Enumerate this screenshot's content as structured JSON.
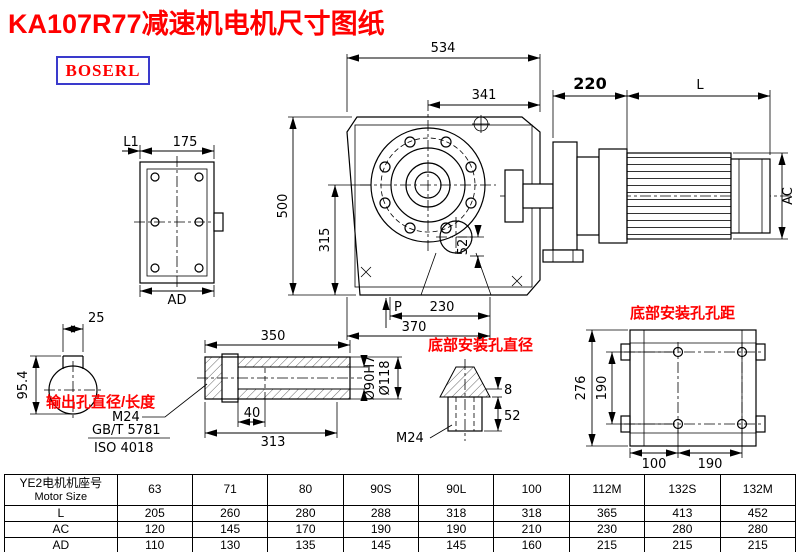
{
  "title": "KA107R77减速机电机尺寸图纸",
  "brand": "BOSERL",
  "colors": {
    "accent_red": "#ff0000",
    "brand_border": "#3a3acc",
    "drawing_line": "#000000"
  },
  "labels": {
    "output_hole": "输出孔直径/长度",
    "bottom_hole_diameter": "底部安装孔直径",
    "bottom_hole_pitch": "底部安装孔孔距"
  },
  "dims": {
    "d534": "534",
    "d341": "341",
    "d220": "220",
    "dL": "L",
    "d500": "500",
    "d315": "315",
    "d52": "52",
    "dAC": "AC",
    "d230": "230",
    "d370": "370",
    "dP": "P",
    "dL1": "L1",
    "d175": "175",
    "dAD": "AD",
    "d25": "25",
    "d95_4": "95.4",
    "d350": "350",
    "d40": "40",
    "d313": "313",
    "m24_output": "M24",
    "std_gb": "GB/T 5781",
    "std_iso": "ISO 4018",
    "bore": "Ø90H7",
    "outer_dia": "Ø118",
    "m24_bottom": "M24",
    "d8": "8",
    "d52b": "52",
    "d276": "276",
    "d190v": "190",
    "d100": "100",
    "d190h": "190"
  },
  "table": {
    "header_cn": "YE2电机机座号",
    "header_en": "Motor Size",
    "columns": [
      "63",
      "71",
      "80",
      "90S",
      "90L",
      "100",
      "112M",
      "132S",
      "132M"
    ],
    "rows": [
      {
        "label": "L",
        "values": [
          "205",
          "260",
          "280",
          "288",
          "318",
          "318",
          "365",
          "413",
          "452"
        ]
      },
      {
        "label": "AC",
        "values": [
          "120",
          "145",
          "170",
          "190",
          "190",
          "210",
          "230",
          "280",
          "280"
        ]
      },
      {
        "label": "AD",
        "values": [
          "110",
          "130",
          "135",
          "145",
          "145",
          "160",
          "215",
          "215",
          "215"
        ]
      }
    ]
  }
}
